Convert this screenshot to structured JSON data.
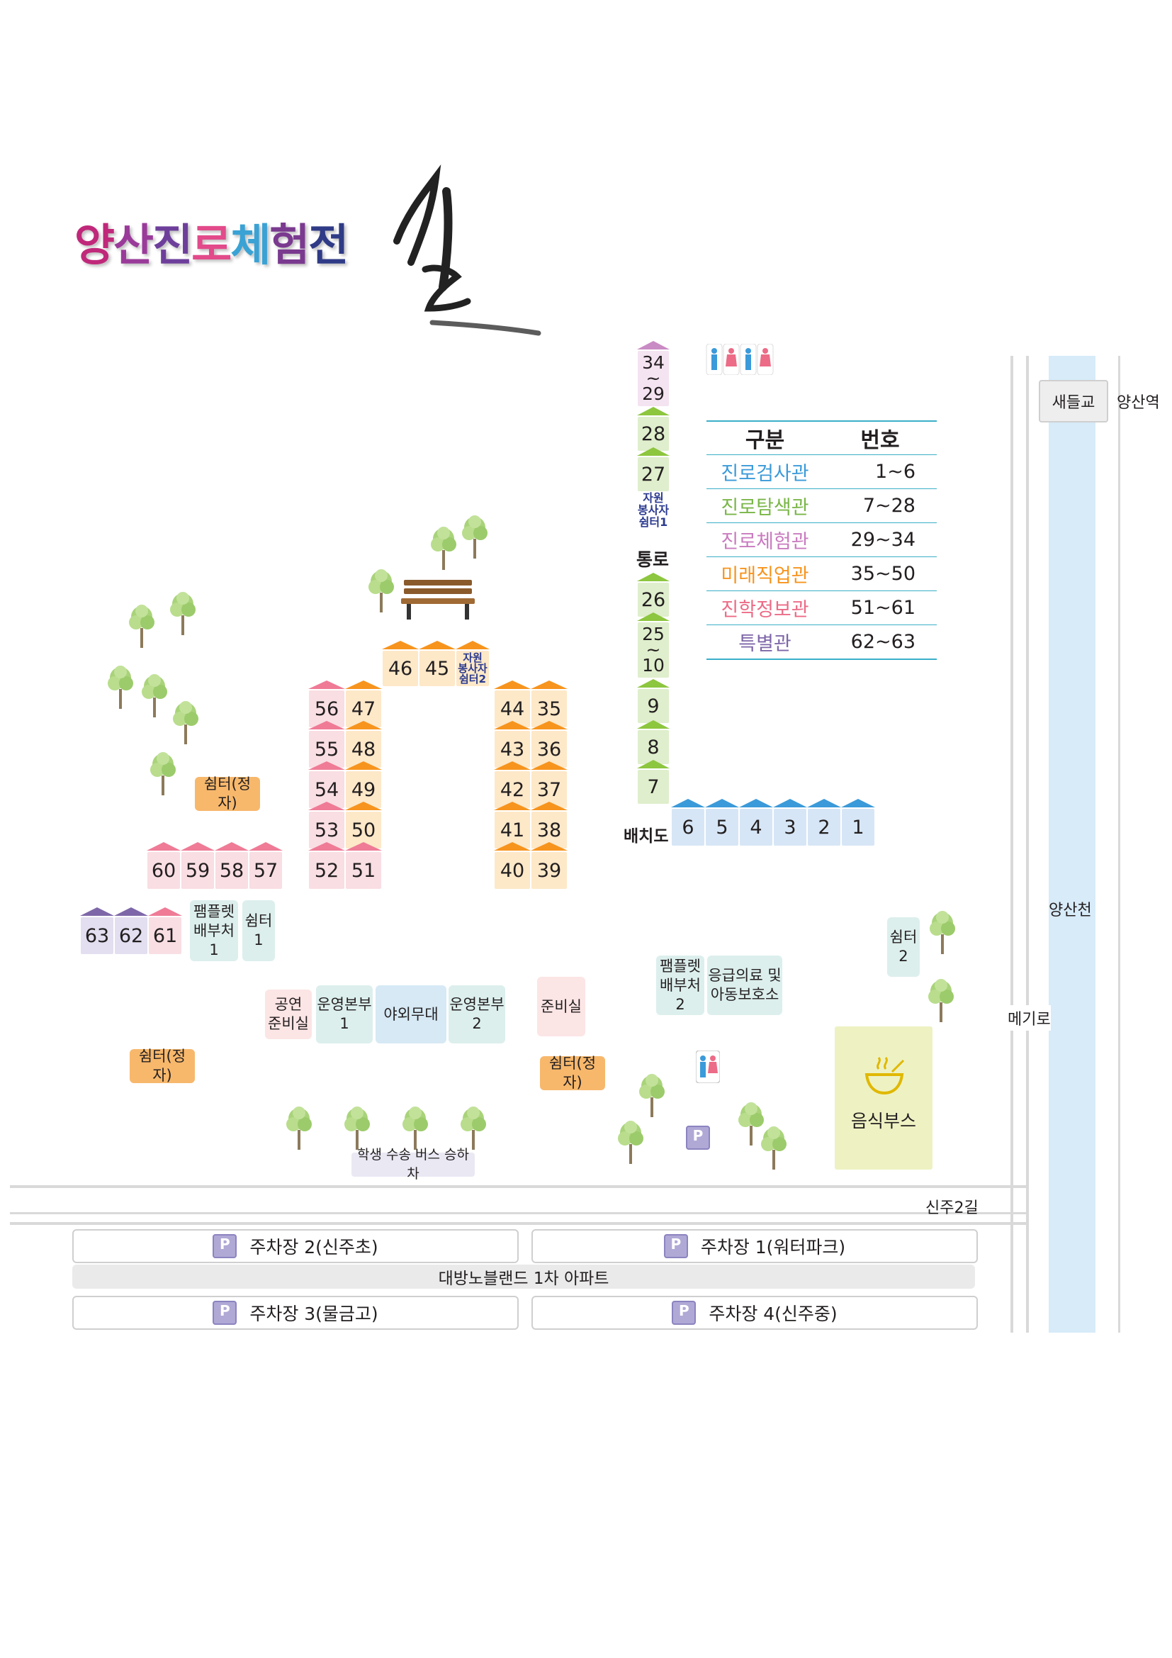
{
  "title": {
    "chars": [
      {
        "t": "양",
        "c": "#c0287a"
      },
      {
        "t": "산",
        "c": "#9a3b9a"
      },
      {
        "t": "진",
        "c": "#6d3f9b"
      },
      {
        "t": "로",
        "c": "#e24a8a"
      },
      {
        "t": "체",
        "c": "#3aa2d4"
      },
      {
        "t": "험",
        "c": "#7a3a8f"
      },
      {
        "t": "전",
        "c": "#2f3b86"
      }
    ],
    "calligraphy": "길"
  },
  "legend": {
    "header": [
      "구분",
      "번호"
    ],
    "rows": [
      {
        "name": "진로검사관",
        "range": "1~6",
        "color": "#3b9ad9"
      },
      {
        "name": "진로탐색관",
        "range": "7~28",
        "color": "#7ab648"
      },
      {
        "name": "진로체험관",
        "range": "29~34",
        "color": "#c97bbf"
      },
      {
        "name": "미래직업관",
        "range": "35~50",
        "color": "#f7941d"
      },
      {
        "name": "진학정보관",
        "range": "51~61",
        "color": "#ec6b86"
      },
      {
        "name": "특별관",
        "range": "62~63",
        "color": "#7e67a8"
      }
    ]
  },
  "booths": {
    "green_column": [
      "34\n~\n29",
      "28",
      "27",
      "26",
      "25\n~\n10",
      "9",
      "8",
      "7"
    ],
    "volunteer_shelter_1": "자원\n봉사자\n쉼터1",
    "passage": "통로",
    "blue_row": [
      "6",
      "5",
      "4",
      "3",
      "2",
      "1"
    ],
    "layout_label": "배치도",
    "orange_top": [
      "46",
      "45"
    ],
    "volunteer_shelter_2": "자원\n봉사자\n쉼터2",
    "pink_left_col": [
      "56",
      "55",
      "54",
      "53",
      "52"
    ],
    "orange_left_col": [
      "47",
      "48",
      "49",
      "50",
      "51"
    ],
    "orange_right_a": [
      "44",
      "43",
      "42",
      "41",
      "40"
    ],
    "orange_right_b": [
      "35",
      "36",
      "37",
      "38",
      "39"
    ],
    "pink_row": [
      "60",
      "59",
      "58",
      "57"
    ],
    "special_row": [
      "63",
      "62",
      "61"
    ]
  },
  "facilities": {
    "pamphlet_1": "팸플렛\n배부처\n1",
    "shelter_1": "쉼터\n1",
    "shelter_pavilion": "쉼터(정자)",
    "performance_prep": "공연\n준비실",
    "ops_hq_1": "운영본부\n1",
    "outdoor_stage": "야외무대",
    "ops_hq_2": "운영본부\n2",
    "prep_room": "준비실",
    "pamphlet_2": "팸플렛\n배부처\n2",
    "first_aid": "응급의료 및\n아동보호소",
    "shelter_2": "쉼터\n2",
    "food_booth": "음식부스",
    "bus_stop": "학생 수송 버스 승하차"
  },
  "places": {
    "bridge": "새들교",
    "station": "양산역",
    "stream": "양산천",
    "road_megi": "메기로",
    "road_sinju": "신주2길"
  },
  "parking": {
    "lot2": "주차장 2(신주초)",
    "lot1": "주차장 1(워터파크)",
    "apartment": "대방노블랜드 1차 아파트",
    "lot3": "주차장 3(물금고)",
    "lot4": "주차장 4(신주중)",
    "icon": "P"
  }
}
